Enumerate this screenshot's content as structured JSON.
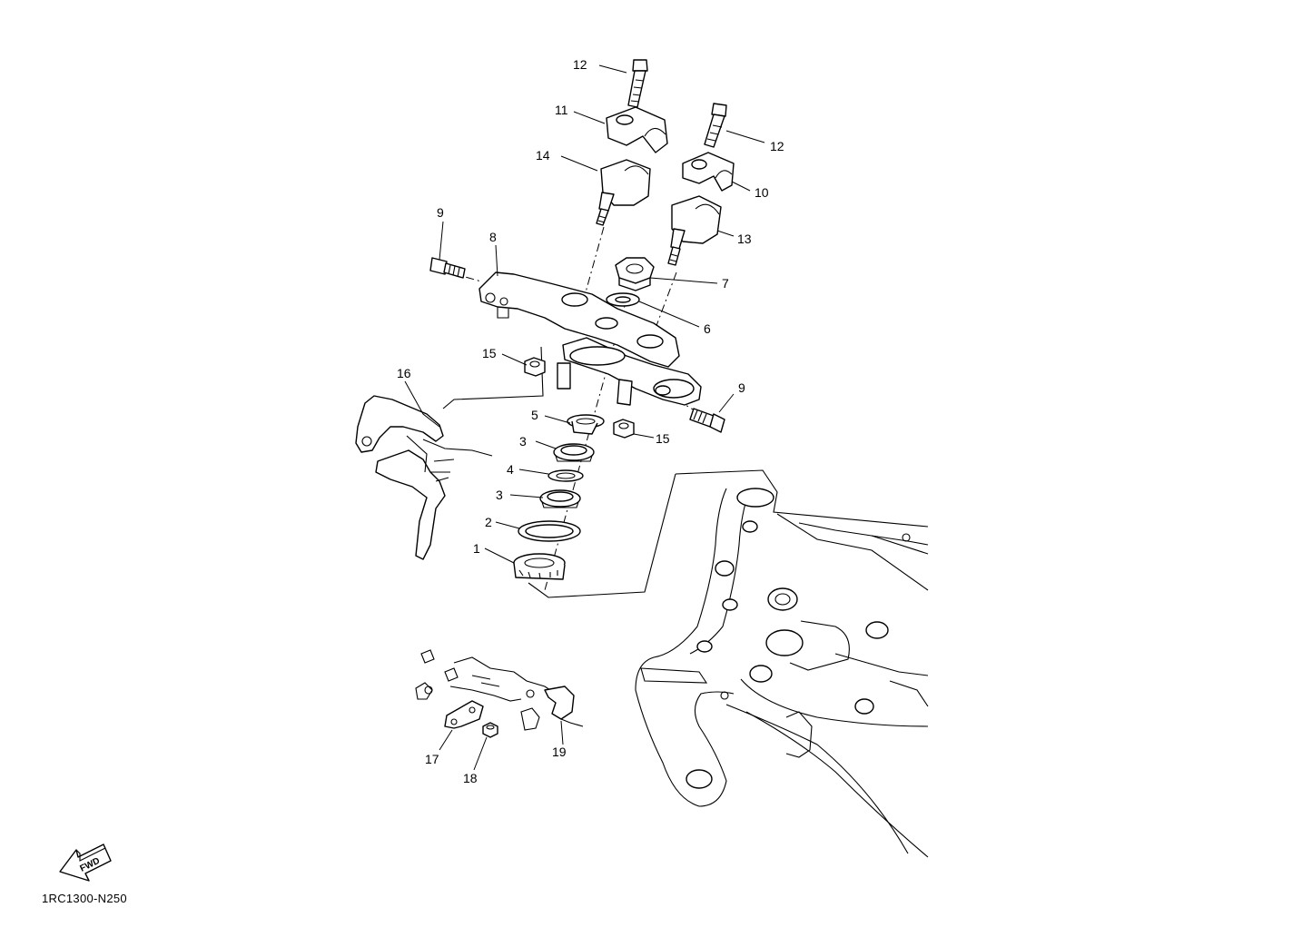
{
  "drawing_code": "1RC1300-N250",
  "fwd_label": "FWD",
  "callouts": {
    "c12a": "12",
    "c11": "11",
    "c14": "14",
    "c12b": "12",
    "c10": "10",
    "c13": "13",
    "c9a": "9",
    "c8": "8",
    "c7": "7",
    "c6": "6",
    "c15a": "15",
    "c16": "16",
    "c9b": "9",
    "c5": "5",
    "c15b": "15",
    "c3a": "3",
    "c4": "4",
    "c3b": "3",
    "c2": "2",
    "c1": "1",
    "c17": "17",
    "c18": "18",
    "c19": "19"
  }
}
